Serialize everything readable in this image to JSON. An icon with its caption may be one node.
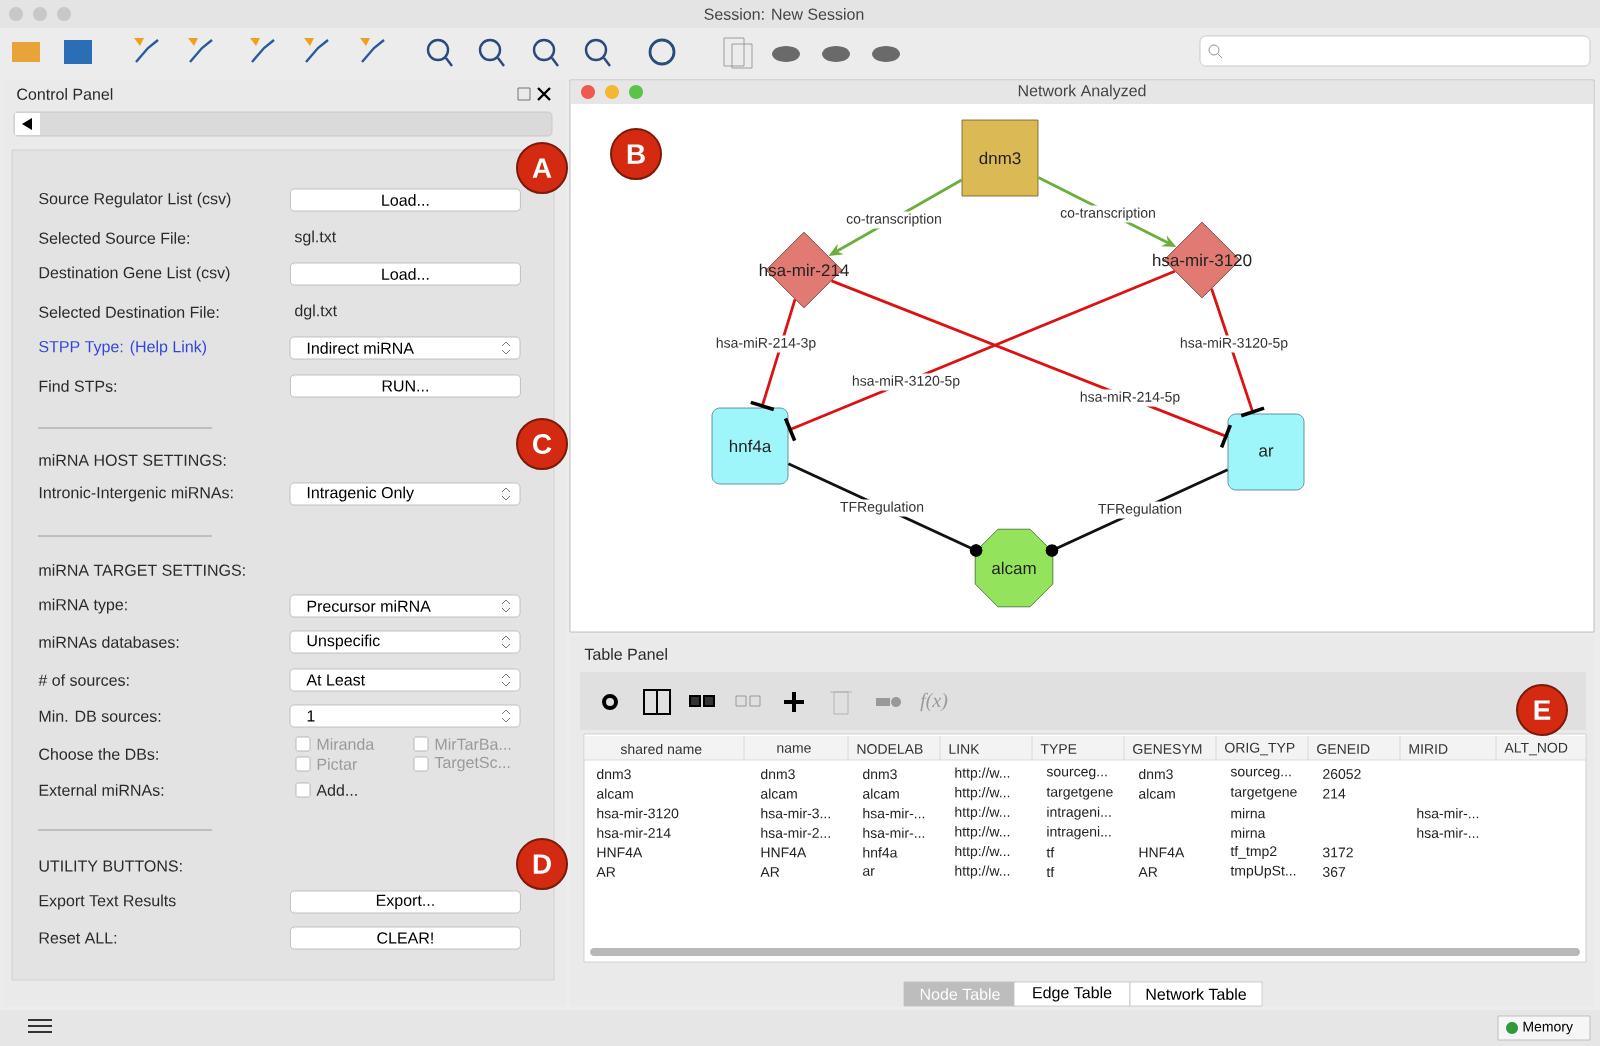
{
  "diagram": {
    "nodes": [
      {
        "text": [
          "dnm3"
        ]
      },
      {
        "text": [
          "hsa-mir-214"
        ]
      },
      {
        "text": [
          "hsa-mir-3120"
        ]
      },
      {
        "text": [
          "hnf4a"
        ]
      },
      {
        "text": [
          "ar"
        ]
      },
      {
        "text": [
          "alcam"
        ]
      }
    ],
    "edges": [
      {
        "from": 0,
        "to": 1,
        "arrow": "to",
        "label": "co-transcription",
        "color": "#6aae3c"
      },
      {
        "from": 0,
        "to": 2,
        "arrow": "to",
        "label": "co-transcription",
        "color": "#6aae3c"
      },
      {
        "from": 1,
        "to": 3,
        "arrow": "other",
        "label": "hsa-miR-214-3p"
      },
      {
        "from": 1,
        "to": 4,
        "arrow": "other",
        "label": "hsa-miR-214-5p"
      },
      {
        "from": 2,
        "to": 3,
        "arrow": "other",
        "label": "hsa-miR-3120-5p"
      },
      {
        "from": 2,
        "to": 4,
        "arrow": "other",
        "label": "hsa-miR-3120-5p"
      },
      {
        "from": 3,
        "to": 5,
        "arrow": "other",
        "label": "TFRegulation",
        "color": "#111111"
      },
      {
        "from": 4,
        "to": 5,
        "arrow": "other",
        "label": "TFRegulation",
        "color": "#111111"
      }
    ],
    "labels": [
      "Session: New Session",
      "Control Panel",
      "Source Regulator List (csv)",
      "Load...",
      "Selected Source File:",
      "sgl.txt",
      "Destination Gene List (csv)",
      "Load...",
      "Selected Destination File:",
      "dgl.txt",
      "STPP Type: (Help Link)",
      "Indirect miRNA",
      "Find STPs:",
      "RUN...",
      "miRNA HOST SETTINGS:",
      "Intronic-Intergenic miRNAs:",
      "Intragenic Only",
      "miRNA TARGET SETTINGS:",
      "miRNA type:",
      "Precursor miRNA",
      "miRNAs databases:",
      "Unspecific",
      "# of sources:",
      "At Least",
      "Min. DB sources:",
      "1",
      "Choose the DBs:",
      "Miranda",
      "MirTarBa...",
      "Pictar",
      "TargetSc...",
      "External miRNAs:",
      "Add...",
      "UTILITY BUTTONS:",
      "Export Text Results",
      "Export...",
      "Reset ALL:",
      "CLEAR!",
      "Network Analyzed",
      "Table Panel",
      "f(x)",
      "shared name",
      "name",
      "NODELAB",
      "LINK",
      "TYPE",
      "GENESYM",
      "ORIG_TYP",
      "GENEID",
      "MIRID",
      "ALT_NOD",
      "dnm3",
      "dnm3",
      "dnm3",
      "http://w...",
      "sourceg...",
      "dnm3",
      "sourceg...",
      "26052",
      "alcam",
      "alcam",
      "alcam",
      "http://w...",
      "targetgene",
      "alcam",
      "targetgene",
      "214",
      "hsa-mir-3120",
      "hsa-mir-3...",
      "hsa-mir-...",
      "http://w...",
      "intrageni...",
      "mirna",
      "hsa-mir-...",
      "hsa-mir-214",
      "hsa-mir-2...",
      "hsa-mir-...",
      "http://w...",
      "intrageni...",
      "mirna",
      "hsa-mir-...",
      "HNF4A",
      "HNF4A",
      "hnf4a",
      "http://w...",
      "tf",
      "HNF4A",
      "tf_tmp2",
      "3172",
      "AR",
      "AR",
      "ar",
      "http://w...",
      "tf",
      "AR",
      "tmpUpSt...",
      "367",
      "Node Table",
      "Edge Table",
      "Network Table",
      "Memory",
      "A",
      "B",
      "C",
      "D",
      "E"
    ]
  }
}
